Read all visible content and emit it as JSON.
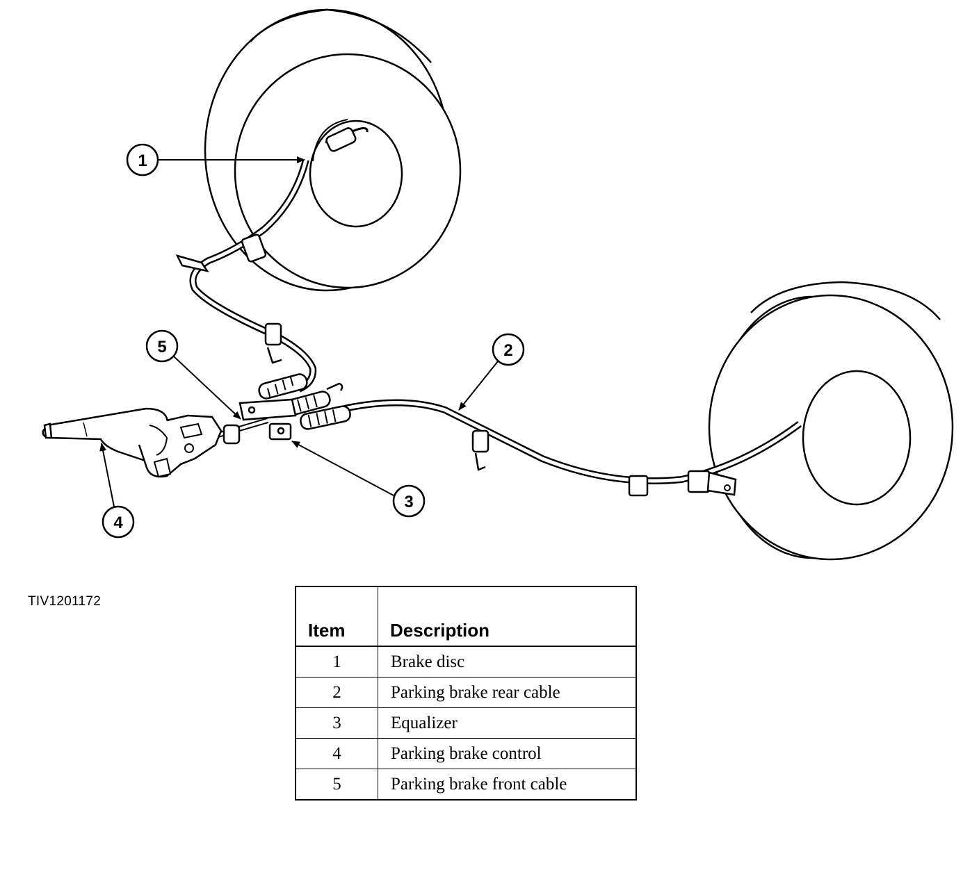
{
  "figure_id": "TIV1201172",
  "callouts": [
    "1",
    "2",
    "3",
    "4",
    "5"
  ],
  "legend": {
    "headers": {
      "item": "Item",
      "description": "Description"
    },
    "rows": [
      {
        "item": "1",
        "description": "Brake disc"
      },
      {
        "item": "2",
        "description": "Parking brake rear cable"
      },
      {
        "item": "3",
        "description": "Equalizer"
      },
      {
        "item": "4",
        "description": "Parking brake control"
      },
      {
        "item": "5",
        "description": "Parking brake front cable"
      }
    ]
  }
}
